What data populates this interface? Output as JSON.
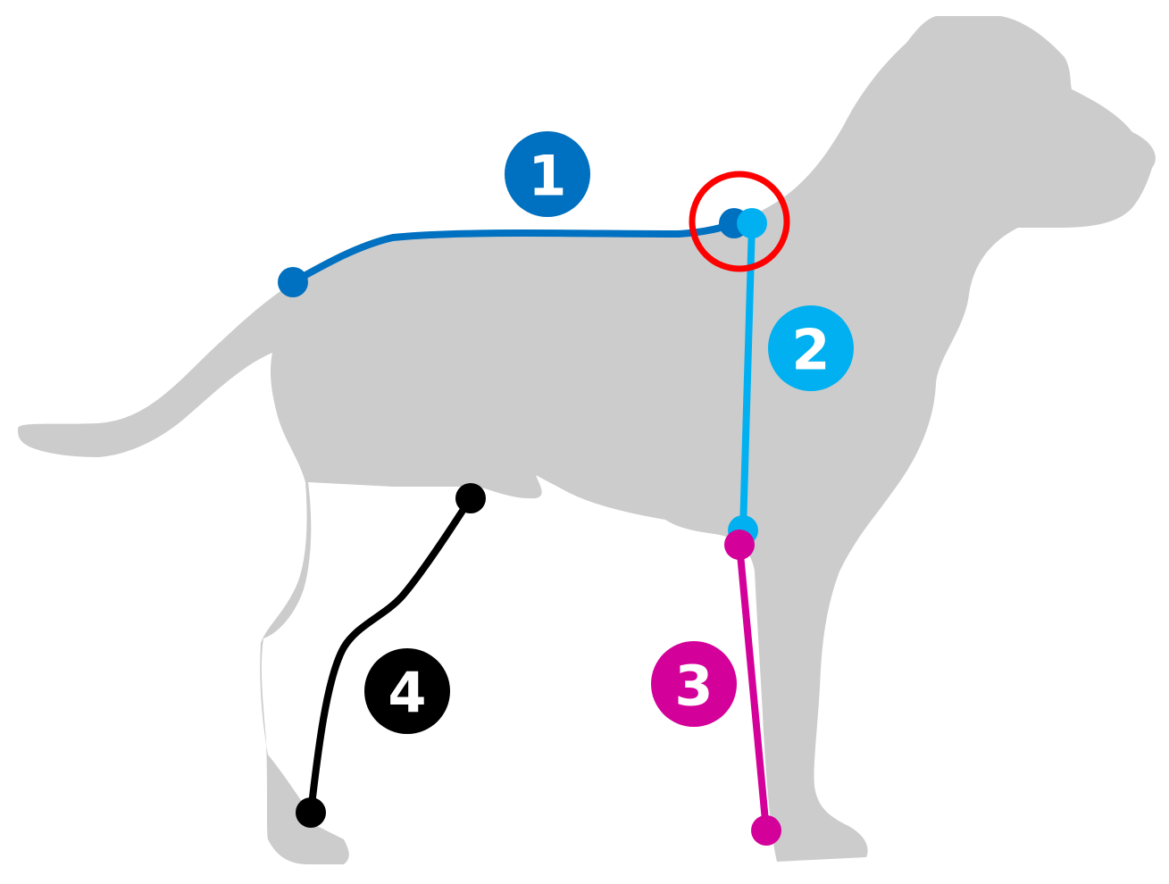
{
  "colors": {
    "background": "#ffffff",
    "silhouette": "#cccccc",
    "measure_1": "#0070c0",
    "measure_2": "#00b0f0",
    "measure_3": "#d4009a",
    "measure_4": "#000000",
    "highlight_ring": "#ff0000"
  },
  "measurements": [
    {
      "number": "1",
      "color": "#0070c0"
    },
    {
      "number": "2",
      "color": "#00b0f0"
    },
    {
      "number": "3",
      "color": "#d4009a"
    },
    {
      "number": "4",
      "color": "#000000"
    }
  ],
  "highlight": {
    "icon": "circle-ring-icon",
    "color": "#ff0000"
  }
}
